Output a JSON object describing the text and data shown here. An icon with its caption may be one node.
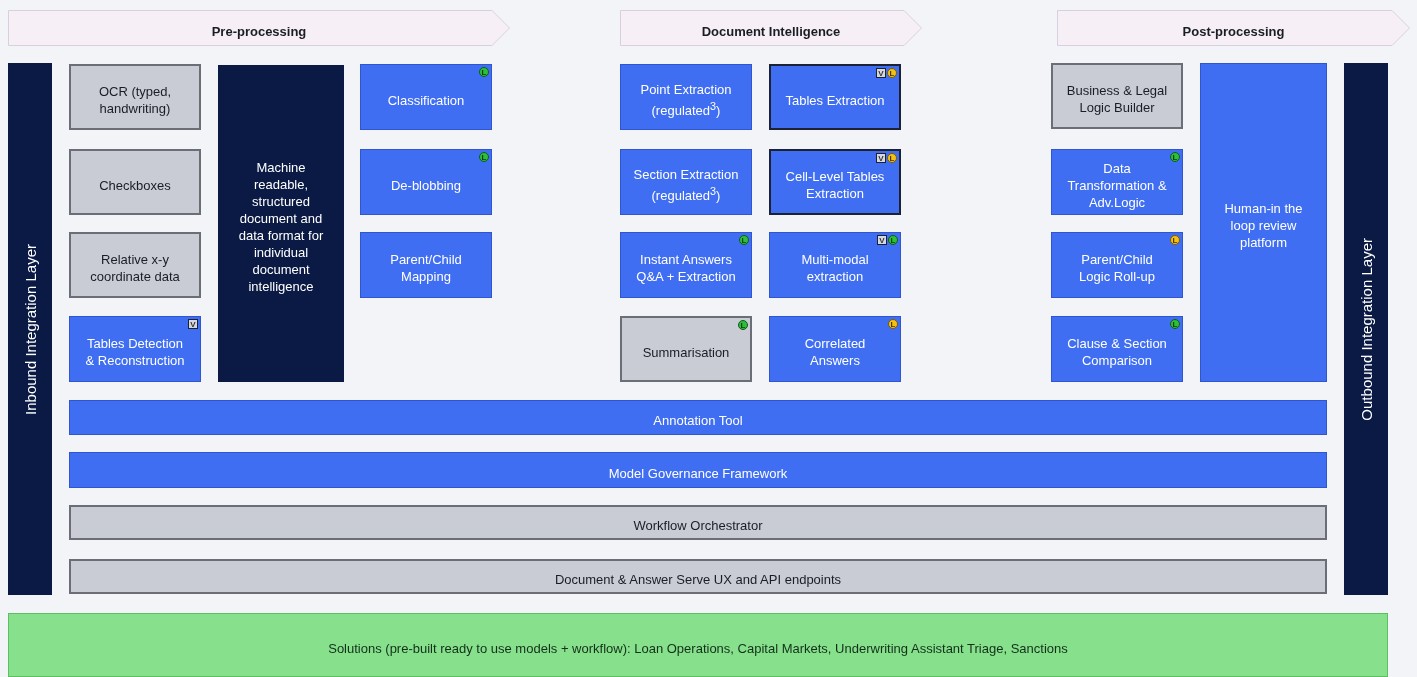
{
  "diagram": {
    "nodes": [
      {
        "text": [
          "Pre-processing"
        ]
      },
      {
        "text": [
          "Document Intelligence"
        ]
      },
      {
        "text": [
          "Post-processing"
        ]
      },
      {
        "text": [
          "Inbound Integration Layer"
        ]
      },
      {
        "text": [
          "OCR (typed, handwriting)"
        ]
      },
      {
        "text": [
          "Checkboxes"
        ]
      },
      {
        "text": [
          "Relative x-y coordinate data"
        ]
      },
      {
        "text": [
          "V",
          "Tables Detection & Reconstruction"
        ]
      },
      {
        "text": [
          "Machine readable, structured document and data format for individual document intelligence"
        ]
      },
      {
        "text": [
          "L",
          "Classification"
        ]
      },
      {
        "text": [
          "L",
          "De-blobbing"
        ]
      },
      {
        "text": [
          "Parent/Child Mapping"
        ]
      },
      {
        "text": [
          "Point Extraction (regulated$^{3}$)"
        ]
      },
      {
        "text": [
          "V",
          "L",
          "Tables Extraction"
        ]
      },
      {
        "text": [
          "Section Extraction (regulated$^{3}$)"
        ]
      },
      {
        "text": [
          "V",
          "L",
          "Cell-Level Tables Extraction"
        ]
      },
      {
        "text": [
          "L",
          "Instant Answers Q&A + Extraction"
        ]
      },
      {
        "text": [
          "V",
          "L",
          "Multi-modal extraction"
        ]
      },
      {
        "text": [
          "L",
          "Summarisation"
        ]
      },
      {
        "text": [
          "L",
          "Correlated Answers"
        ]
      },
      {
        "text": [
          "Business & Legal Logic Builder"
        ]
      },
      {
        "text": [
          "L",
          "Data Transformation & Adv.Logic"
        ]
      },
      {
        "text": [
          "L",
          "Parent/Child Logic Roll-up"
        ]
      },
      {
        "text": [
          "L",
          "Clause & Section Comparison"
        ]
      },
      {
        "text": [
          "Human-in the loop review platform"
        ]
      },
      {
        "text": [
          "Outbound Integration Layer"
        ]
      },
      {
        "text": [
          "Annotation Tool"
        ]
      },
      {
        "text": [
          "Model Governance Framework"
        ]
      },
      {
        "text": [
          "Workflow Orchestrator"
        ]
      },
      {
        "text": [
          "Document & Answer Serve UX and API endpoints"
        ]
      },
      {
        "text": [
          "Solutions (pre-built ready to use models + workflow): Loan Operations, Capital Markets, Underwriting Assistant Triage, Sanctions"
        ]
      }
    ]
  }
}
